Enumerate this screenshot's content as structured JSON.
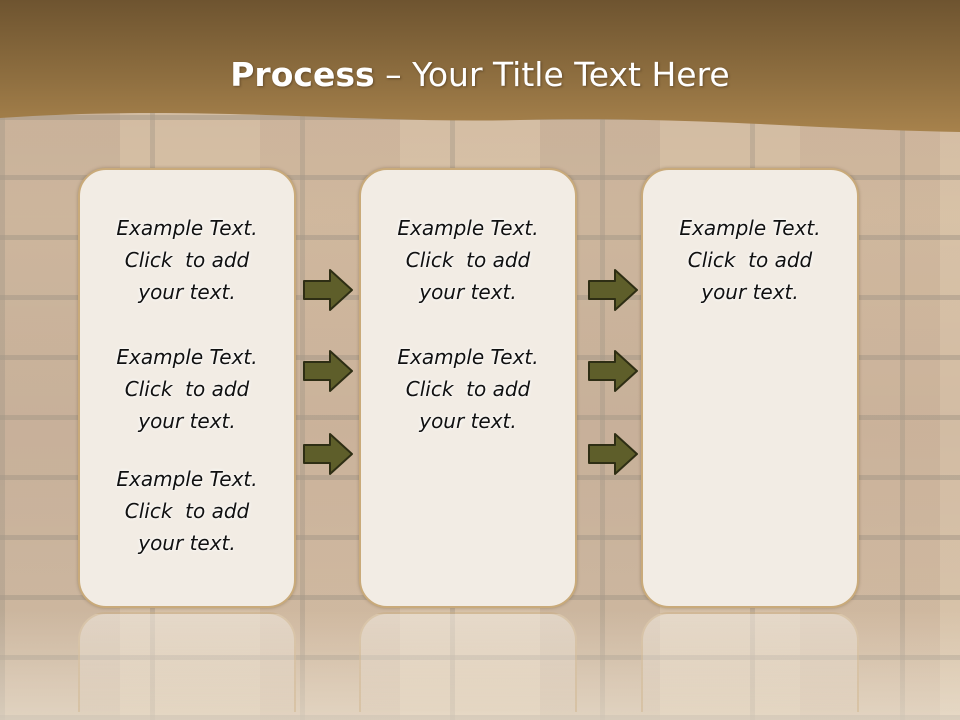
{
  "header": {
    "title_bold": "Process",
    "title_rest": "  – Your Title Text Here"
  },
  "colors": {
    "header_band": "#8a6a3e",
    "box_fill": "#f2ece4",
    "box_border": "#c9aa7a",
    "arrow_fill": "#5e5e2a"
  },
  "columns": [
    {
      "blocks": [
        [
          "Example Text.",
          "Click  to add",
          "your text."
        ],
        [
          "Example Text.",
          "Click  to add",
          "your text."
        ],
        [
          "Example Text.",
          "Click  to add",
          "your text."
        ]
      ]
    },
    {
      "blocks": [
        [
          "Example Text.",
          "Click  to add",
          "your text."
        ],
        [
          "Example Text.",
          "Click  to add",
          "your text."
        ]
      ]
    },
    {
      "blocks": [
        [
          "Example Text.",
          "Click  to add",
          "your text."
        ]
      ]
    }
  ],
  "arrows": {
    "icon": "right-arrow-icon",
    "per_gap": 3
  }
}
